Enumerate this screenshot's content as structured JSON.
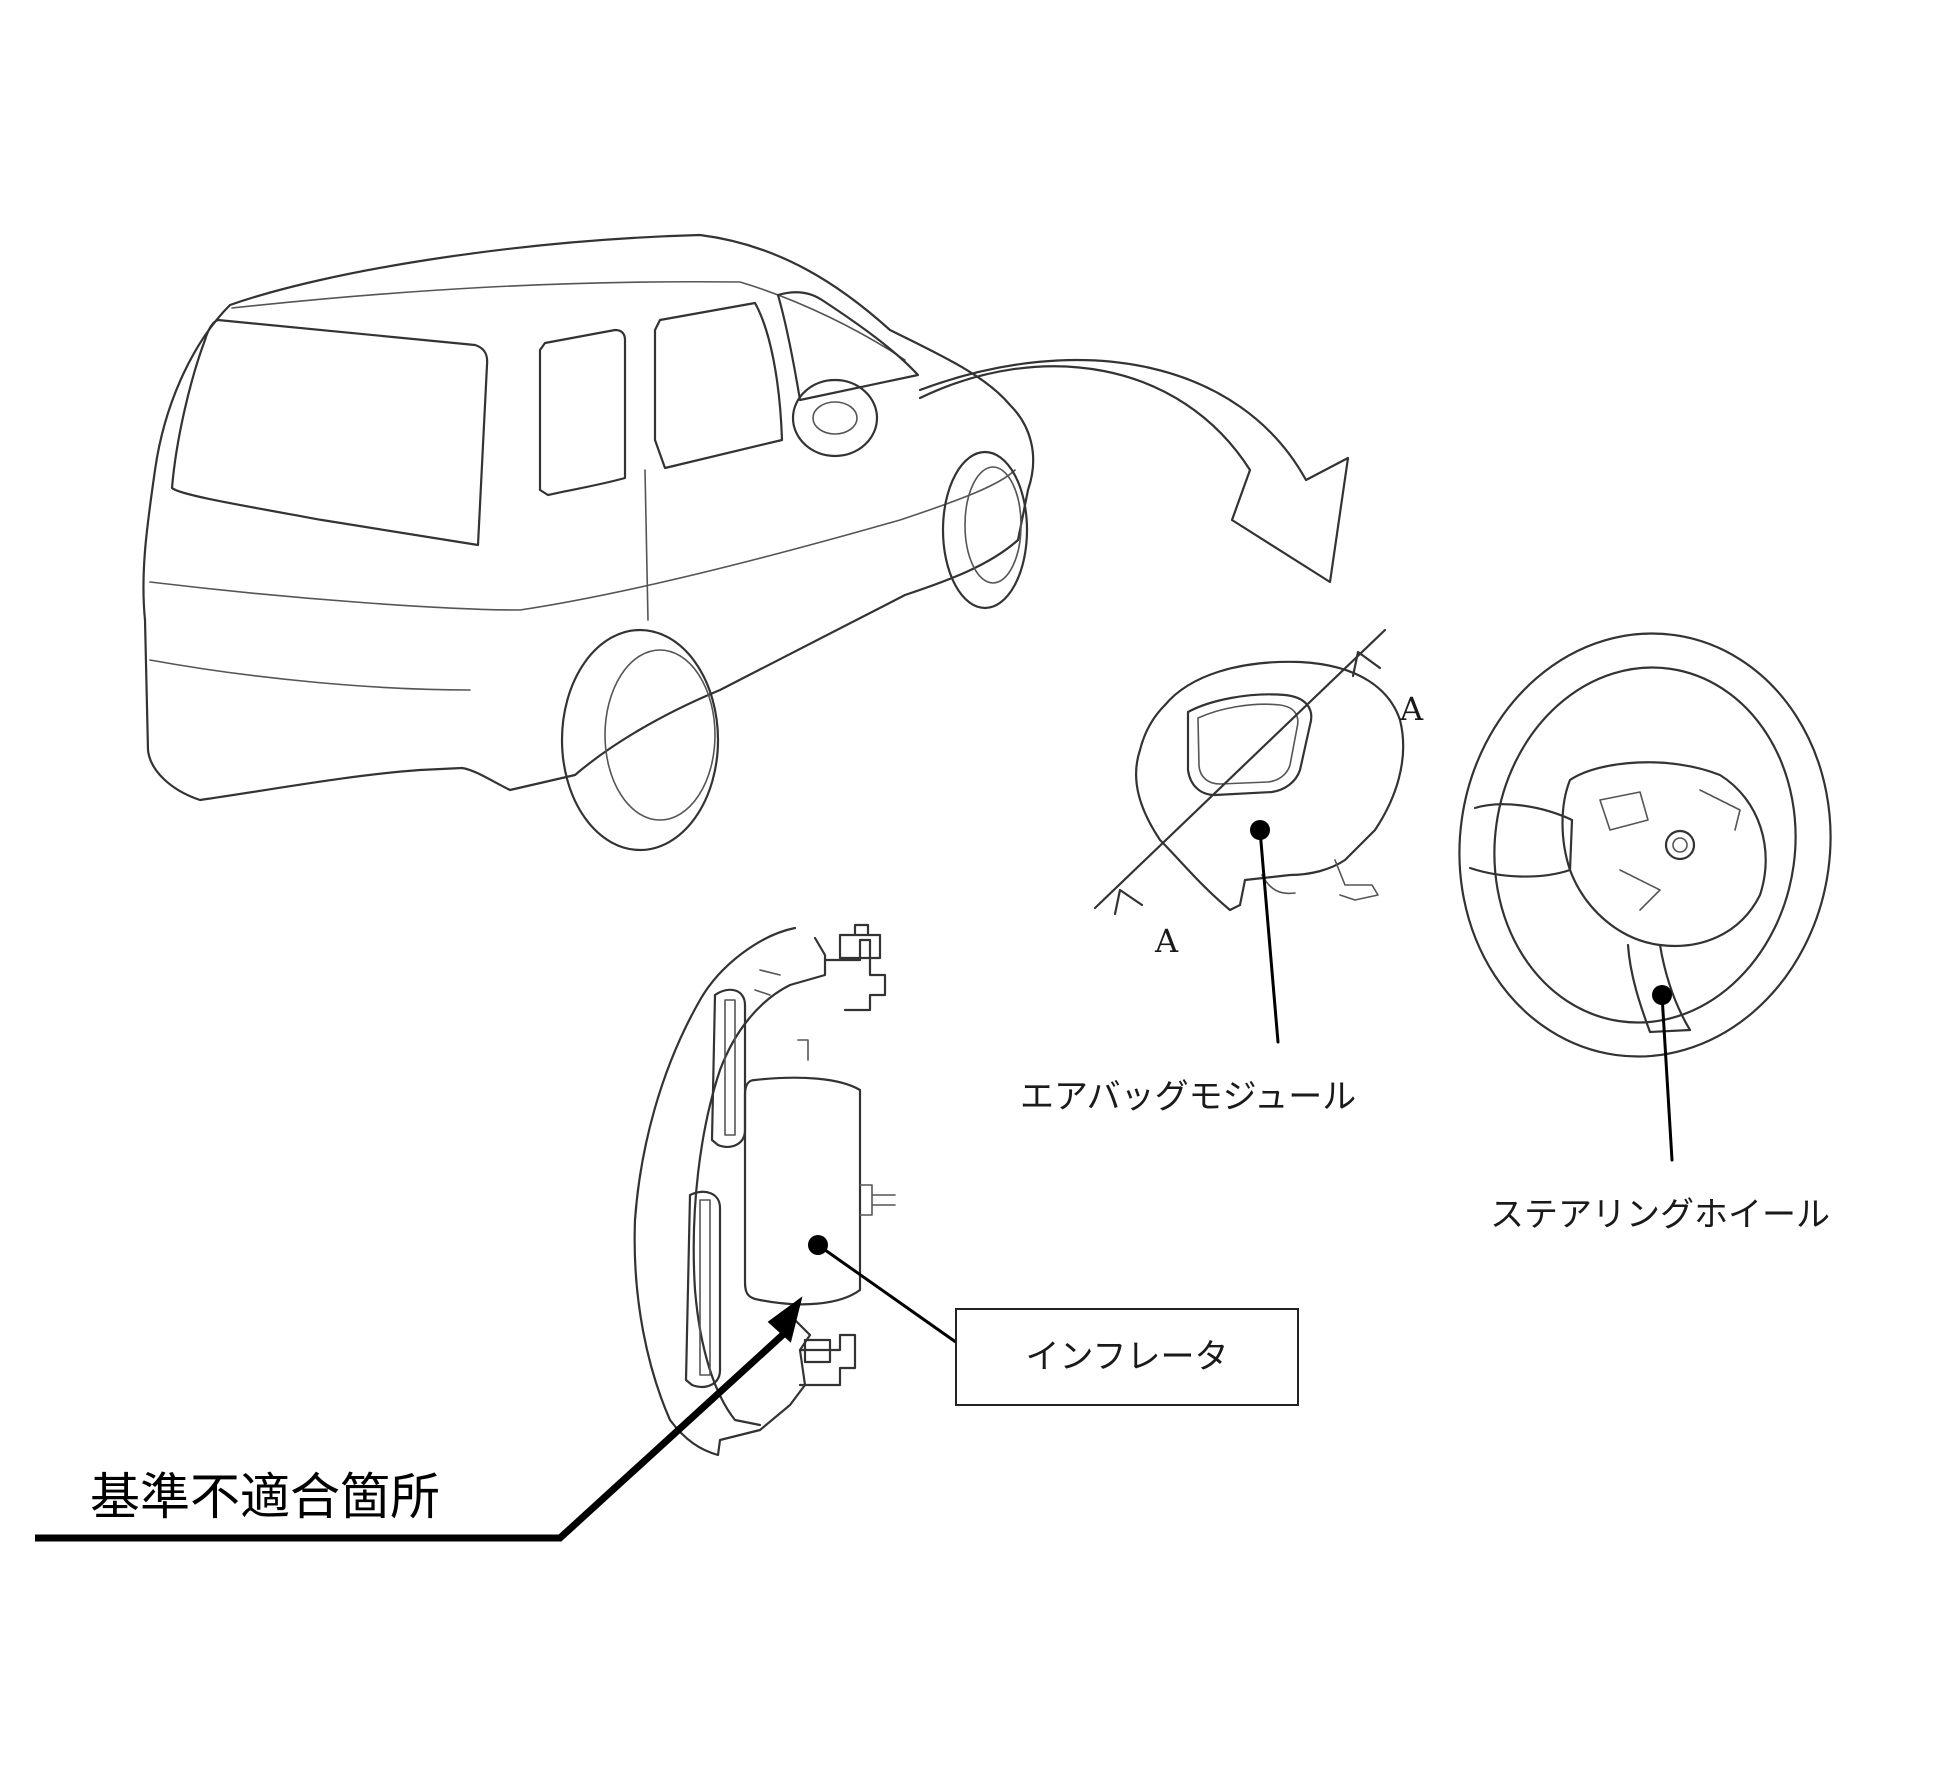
{
  "figure": {
    "labels": {
      "airbag_module": "エアバッグモジュール",
      "steering_wheel": "ステアリングホイール",
      "inflator": "インフレータ",
      "defect_location": "基準不適合箇所",
      "section_mark_top": "A",
      "section_mark_bottom": "A"
    },
    "colors": {
      "line": "#333333",
      "ink": "#000000",
      "background": "#ffffff"
    },
    "icons": {
      "vehicle": "suv-line-drawing",
      "callout_arrow": "curved-arrow",
      "leader_dot": "filled-circle"
    }
  }
}
